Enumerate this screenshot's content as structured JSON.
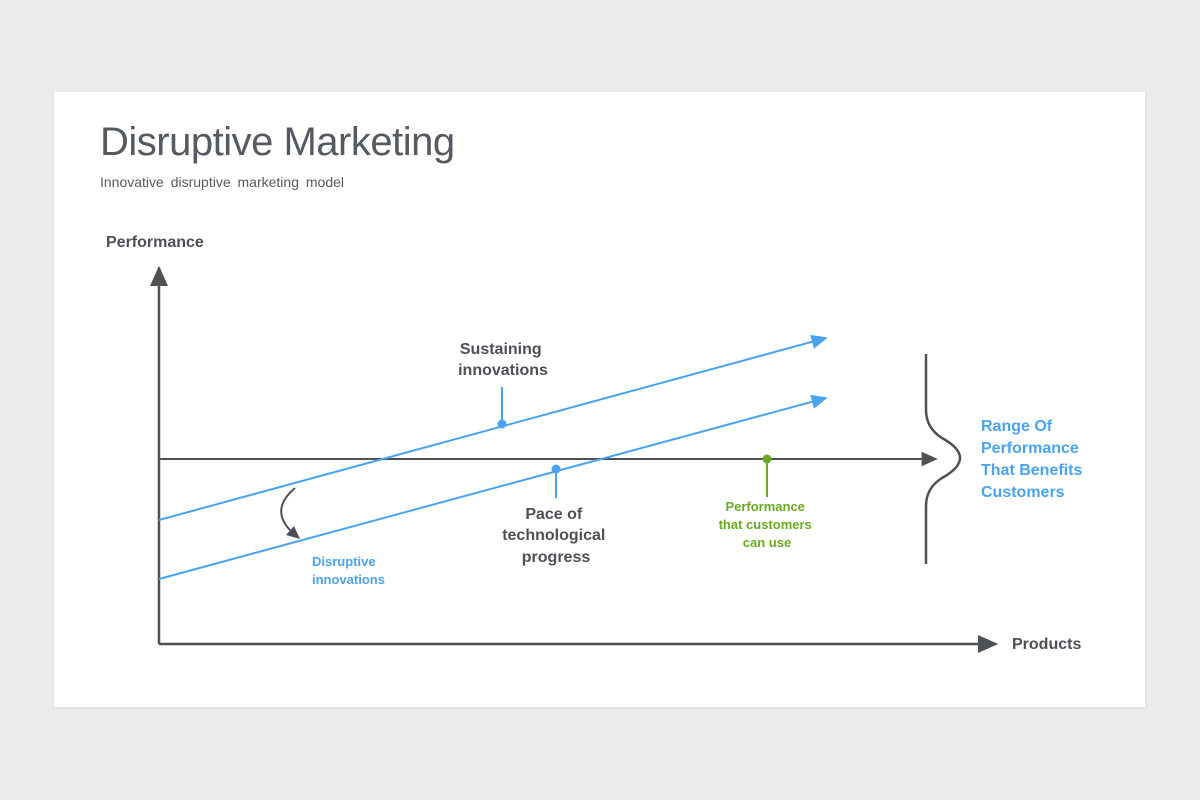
{
  "slide": {
    "title": "Disruptive Marketing",
    "subtitle": "Innovative disruptive marketing model"
  },
  "diagram": {
    "y_axis_label": "Performance",
    "x_axis_label": "Products",
    "sustaining_label": [
      "Sustaining",
      "innovations"
    ],
    "pace_label": [
      "Pace of",
      "technological",
      "progress"
    ],
    "disruptive_label": [
      "Disruptive",
      "innovations"
    ],
    "customer_performance_label": [
      "Performance",
      "that customers",
      "can use"
    ],
    "range_label": [
      "Range Of",
      "Performance",
      "That Benefits",
      "Customers"
    ]
  },
  "colors": {
    "dark": "#4d5156",
    "blue": "#4aa3ef",
    "green": "#6aaa22",
    "background": "#ebebeb",
    "slide": "#ffffff"
  }
}
